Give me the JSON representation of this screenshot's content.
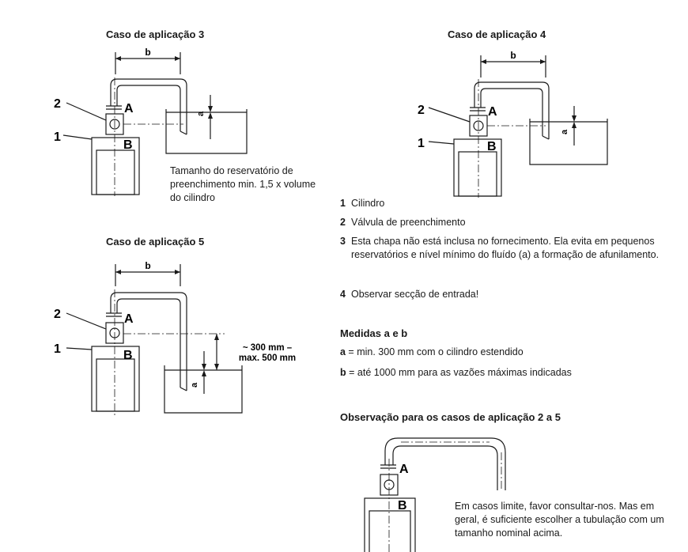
{
  "case3": {
    "title": "Caso de aplicação 3",
    "note": "Tamanho do reservatório de preenchimento min. 1,5 x volume do cilindro"
  },
  "case4": {
    "title": "Caso de aplicação 4"
  },
  "case5": {
    "title": "Caso de aplicação 5",
    "dim_line1": "~ 300 mm –",
    "dim_line2": "max. 500 mm"
  },
  "diagram_labels": {
    "b": "b",
    "a": "a",
    "A": "A",
    "B": "B",
    "n1": "1",
    "n2": "2"
  },
  "legend": [
    {
      "num": "1",
      "text": "Cilindro"
    },
    {
      "num": "2",
      "text": "Válvula de preenchimento"
    },
    {
      "num": "3",
      "text": "Esta chapa não está inclusa no fornecimento. Ela evita em pequenos reservatórios e nível mínimo do fluído (a) a formação de afunilamento."
    },
    {
      "num": "4",
      "text": "Observar secção de entrada!"
    }
  ],
  "measures": {
    "title": "Medidas a e b",
    "a_key": "a",
    "a_eq": " = ",
    "a_text": "min. 300 mm com o cilindro estendido",
    "b_key": "b",
    "b_eq": " = ",
    "b_text": "até 1000 mm para as vazões máximas indicadas"
  },
  "observation": {
    "title": "Observação para os casos de aplicação 2 a 5",
    "text": "Em casos limite, favor consultar-nos. Mas em geral, é suficiente escolher a tubulação com um tamanho nominal acima."
  }
}
